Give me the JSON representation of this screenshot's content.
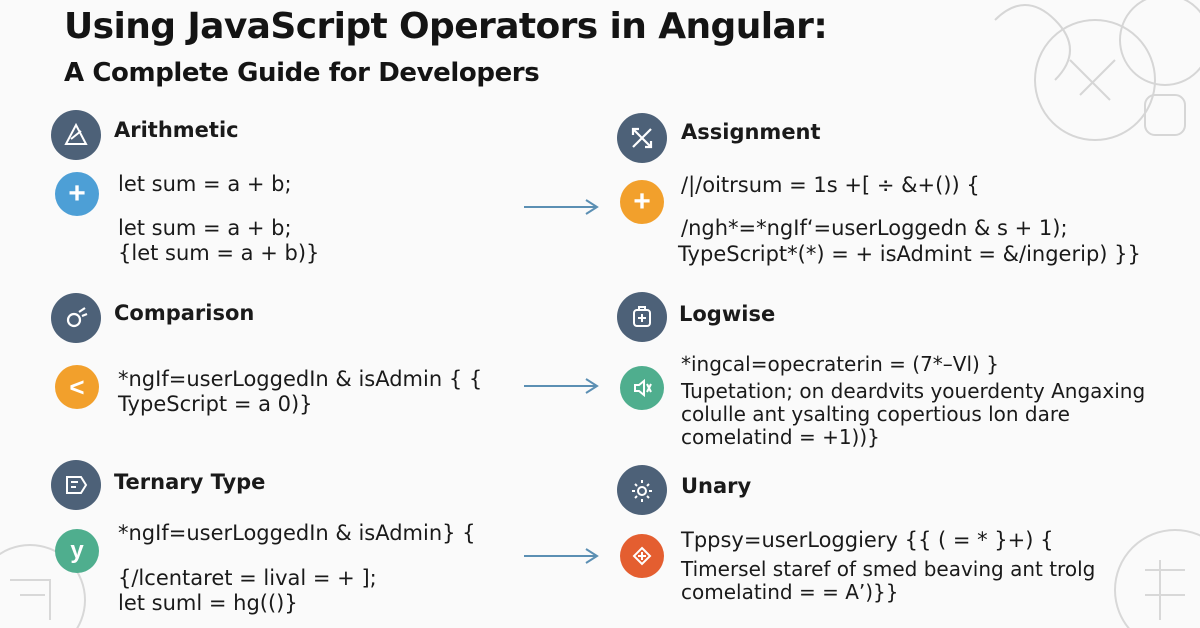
{
  "page": {
    "title": "Using JavaScript Operators in Angular:",
    "subtitle": "A Complete Guide for Developers"
  },
  "colors": {
    "header_icon": "#4d6178",
    "blue": "#4d9fd6",
    "orange": "#f2a02c",
    "green": "#4fae8e",
    "red": "#e45e30",
    "arrow": "#5b8fb3"
  },
  "sections": [
    {
      "heading": "Arithmetic",
      "icon": "triangle-icon",
      "badge_icon": "plus-icon",
      "badge_text": "+",
      "lines": [
        "let sum = a + b;",
        "let sum = a + b;",
        "{let sum = a + b)}"
      ]
    },
    {
      "heading": "Assignment",
      "icon": "crossed-arrows-icon",
      "badge_icon": "plus-icon",
      "badge_text": "+",
      "lines": [
        "/|/oitrsum = 1s +[ ÷ &+()) {",
        "/ngh*=*ngIf‘=userLoggedn & s + 1);",
        "TypeScript*(*) = + isAdmint = &/ingerip) }}"
      ]
    },
    {
      "heading": "Comparison",
      "icon": "ring-icon",
      "badge_icon": "less-than-icon",
      "badge_text": "<",
      "lines": [
        "*ngIf=userLoggedIn & isAdmin { {",
        "TypeScript = a 0)}"
      ]
    },
    {
      "heading": "Logwise",
      "icon": "puzzle-icon",
      "badge_icon": "mute-icon",
      "badge_text": "",
      "lines": [
        "*ingcal=opecraterin = (7*–Vl) }",
        "Tupetation; on deardvits youerdenty Angaxing",
        "colulle ant ysalting copertious lon dare",
        "comelatind = +1))}"
      ]
    },
    {
      "heading": "Ternary Type",
      "icon": "tag-icon",
      "badge_icon": "y-icon",
      "badge_text": "y",
      "lines": [
        "*ngIf=userLoggedIn & isAdmin} {",
        "{/lcentaret = lival = + ];",
        "let suml = hg(()}"
      ]
    },
    {
      "heading": "Unary",
      "icon": "gear-icon",
      "badge_icon": "diamond-icon",
      "badge_text": "",
      "lines": [
        "Tppsy=userLoggiery {{ ( = * }+) {",
        "Timersel staref of smed beaving ant trolg",
        "comelatind = = A’)}}"
      ]
    }
  ]
}
